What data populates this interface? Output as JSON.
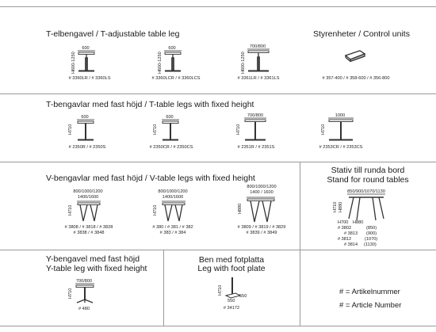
{
  "sections": {
    "t_adjustable": {
      "title": "T-elbengavel  /  T-adjustable table leg",
      "items": [
        {
          "width": "600",
          "height": "H600-1250",
          "codes": "# 3360LR / # 3360LS"
        },
        {
          "width": "600",
          "height": "H600-1250",
          "codes": "# 3360LCR / # 3360LCS"
        },
        {
          "width": "700/800",
          "height": "H600-1250",
          "codes": "# 3361LR / # 3361LS"
        }
      ]
    },
    "control_units": {
      "title": "Styrenheter  / Control units",
      "codes": "# 357-400 / # 358-600 / # 356-800"
    },
    "t_fixed": {
      "title": "T-bengavlar med fast höjd  /  T-table legs with fixed height",
      "items": [
        {
          "width": "600",
          "height": "H710",
          "codes": "# 2350R / # 2350S"
        },
        {
          "width": "600",
          "height": "H710",
          "codes": "# 2350CR / # 2350CS"
        },
        {
          "width": "700/800",
          "height": "H710",
          "codes": "# 2351R / # 2351S"
        },
        {
          "width": "1000",
          "height": "H710",
          "codes": "# 2353CR / # 2353CS"
        }
      ]
    },
    "v_fixed": {
      "title": "V-bengavlar med fast höjd  /  V-table legs with fixed height",
      "items": [
        {
          "width_line1": "800/1000/1200",
          "width_line2": "1400/1600",
          "height": "H710",
          "codes_line1": "# 3808 / # 3818 / # 3828",
          "codes_line2": "# 3838 / # 3848"
        },
        {
          "width_line1": "800/1000/1200",
          "width_line2": "1400/1600",
          "height": "H710",
          "codes_line1": "# 380 / # 381 / # 382",
          "codes_line2": "# 383 / # 384"
        },
        {
          "width_line1": "800/1000/1200",
          "width_line2": "1400 / 1600",
          "height": "H880",
          "codes_line1": "# 3809 / # 3819 / # 3829",
          "codes_line2": "# 3839 / # 3849"
        }
      ]
    },
    "round_tables": {
      "title_line1": "Stativ till runda bord",
      "title_line2": "Stand for round tables",
      "width": "850/900/1070/1130",
      "height_a": "H710",
      "height_b": "H880",
      "label_h700": "H700",
      "label_h880": "H880",
      "codes": [
        {
          "code": "# 3802",
          "size": "(850)"
        },
        {
          "code": "# 3813",
          "size": "(900)"
        },
        {
          "code": "# 3812",
          "size": "(1070)"
        },
        {
          "code": "# 3814",
          "size": "(1130)"
        }
      ]
    },
    "y_fixed": {
      "title_line1": "Y-bengavel med fast höjd",
      "title_line2": "Y-table leg with fixed height",
      "width": "700/800",
      "height": "H710",
      "codes": "# 480"
    },
    "foot_plate": {
      "title_line1": "Ben med fotplatta",
      "title_line2": "Leg with foot plate",
      "height": "H710",
      "dim_a": "550",
      "dim_b": "550",
      "codes": "# 34172"
    },
    "legend": {
      "line1": "# = Artikelnummer",
      "line2": "# = Article Number"
    }
  }
}
